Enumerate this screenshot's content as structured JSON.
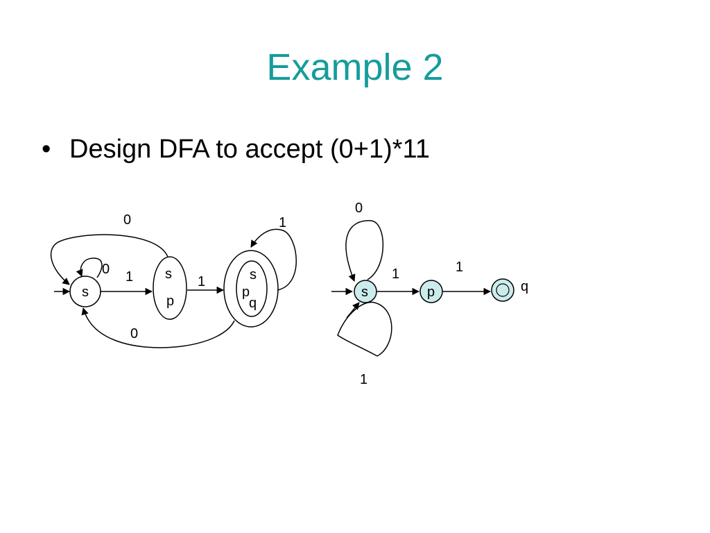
{
  "slide": {
    "title": "Example 2",
    "bullet_marker": "•",
    "bullet": "Design DFA to accept (0+1)*11",
    "title_color": "#169C9C",
    "state_fill_color": "#CCECEC"
  },
  "left_diagram": {
    "state_s": "s",
    "state_sp_line1": "s",
    "state_sp_line2": "p",
    "state_spq_line1": "s",
    "state_spq_line2": "p",
    "state_spq_line3": "q",
    "label_self_loop_s": "0",
    "label_s_to_sp": "1",
    "label_sp_to_spq": "1",
    "label_sp_back_to_s": "0",
    "label_spq_back_to_s": "0",
    "label_spq_self_loop": "1"
  },
  "right_diagram": {
    "state_s": "s",
    "state_p": "p",
    "state_q": "q",
    "label_loop_top": "0",
    "label_loop_bottom": "1",
    "label_s_to_p": "1",
    "label_p_to_q": "1"
  }
}
